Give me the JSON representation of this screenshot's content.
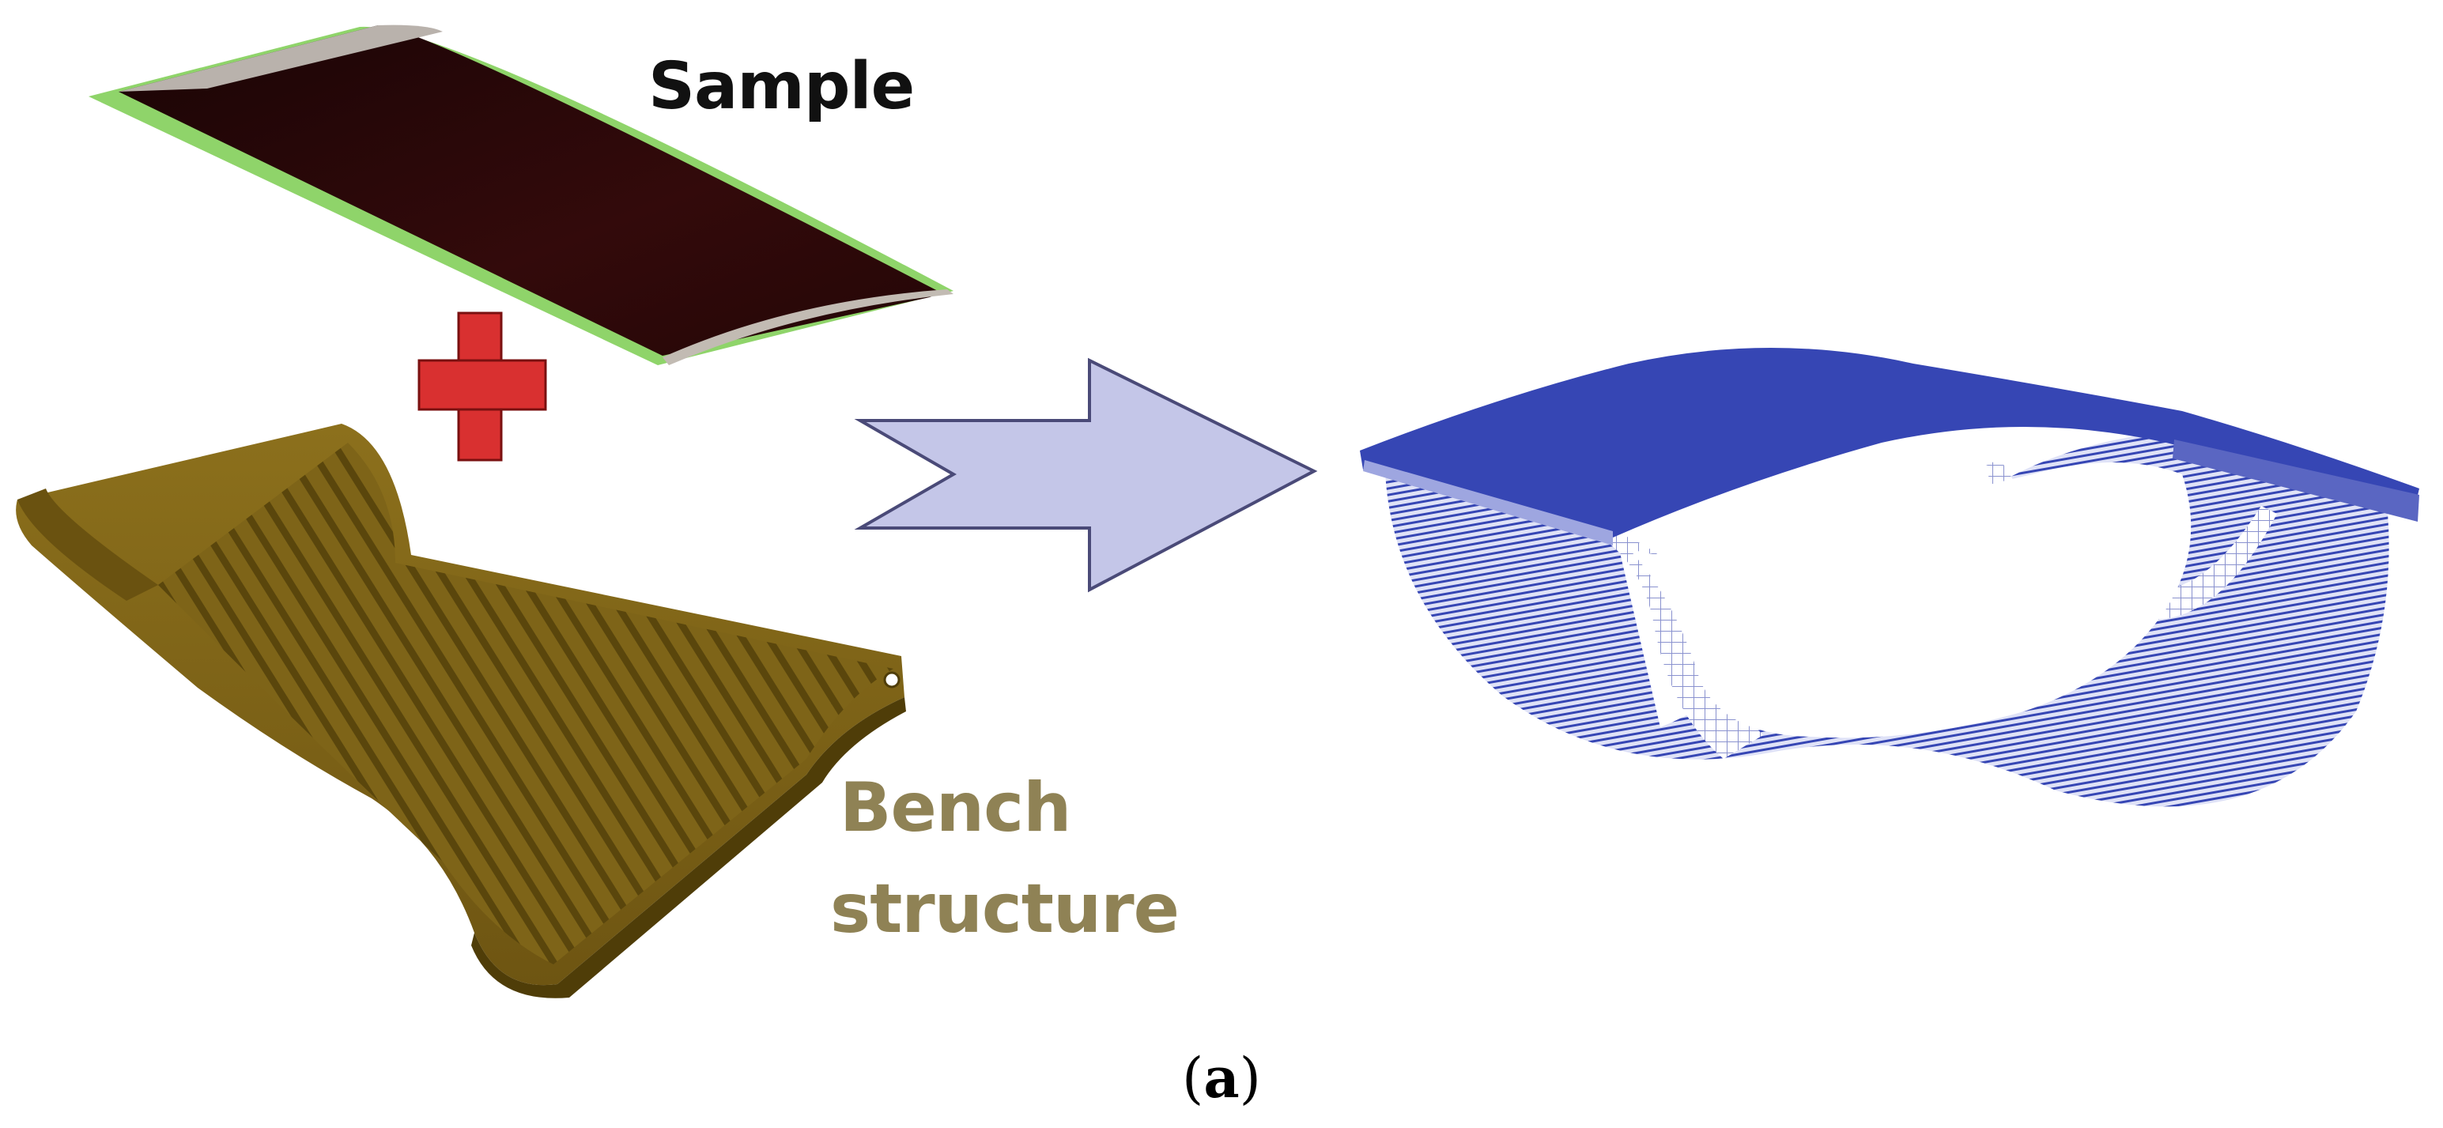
{
  "labels": {
    "sample": "Sample",
    "bench_line1": "Bench",
    "bench_line2": "structure"
  },
  "caption": {
    "open": "(",
    "letter": "a",
    "close": ")"
  },
  "colors": {
    "sample_top": "#2a0708",
    "sample_edge": "#8fd46a",
    "sample_curve": "#b9b2ac",
    "plus": "#d93030",
    "bench_fill": "#7e6418",
    "bench_dark": "#4f3d08",
    "bench_text": "#8f8255",
    "arrow_fill": "#c4c6e8",
    "arrow_stroke": "#4a4a78",
    "mesh_blue": "#3646b4",
    "mesh_light": "#c6cbee",
    "sample_text": "#111111"
  },
  "icons": {
    "plus": "plus-icon",
    "arrow": "right-arrow-icon"
  }
}
